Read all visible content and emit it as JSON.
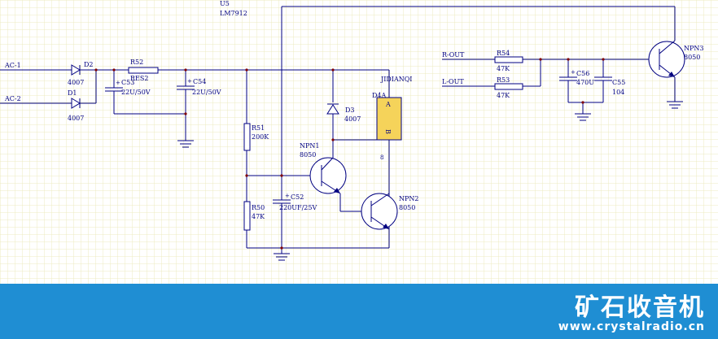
{
  "schematic": {
    "regulator": {
      "name": "U5",
      "part": "LM7912"
    },
    "inputs": {
      "ac1": "AC-1",
      "ac2": "AC-2"
    },
    "outputs": {
      "r_out": "R-OUT",
      "l_out": "L-OUT"
    },
    "diodes": {
      "d2": {
        "name": "D2",
        "value": "4007"
      },
      "d1": {
        "name": "D1",
        "value": "4007"
      },
      "d3": {
        "name": "D3",
        "value": "4007"
      }
    },
    "resistors": {
      "r52": {
        "name": "R52",
        "value": "RES2"
      },
      "r51": {
        "name": "R51",
        "value": "200K"
      },
      "r50": {
        "name": "R50",
        "value": "47K"
      },
      "r54": {
        "name": "R54",
        "value": "47K"
      },
      "r53": {
        "name": "R53",
        "value": "47K"
      }
    },
    "capacitors": {
      "c53": {
        "name": "C53",
        "value": "22U/50V"
      },
      "c54": {
        "name": "C54",
        "value": "22U/50V"
      },
      "c52": {
        "name": "C52",
        "value": "220UF/25V"
      },
      "c56": {
        "name": "C56",
        "value": "470U"
      },
      "c55": {
        "name": "C55",
        "value": "104"
      }
    },
    "transistors": {
      "npn1": {
        "name": "NPN1",
        "value": "8050"
      },
      "npn2": {
        "name": "NPN2",
        "value": "8050"
      },
      "npn3": {
        "name": "NPN3",
        "value": "8050"
      }
    },
    "ic": {
      "name": "D4A",
      "label": "JIDIANQI",
      "pin_a": "A",
      "pin_b": "B",
      "pin_num": "8"
    },
    "polarity_mark": "+"
  },
  "banner": {
    "title": "矿石收音机",
    "url": "www.crystalradio.cn"
  },
  "colors": {
    "wire": "#000080",
    "junction": "#800000",
    "grid": "#ecebc0",
    "relay_fill": "#f5d35a",
    "banner": "#1f8ed3"
  }
}
